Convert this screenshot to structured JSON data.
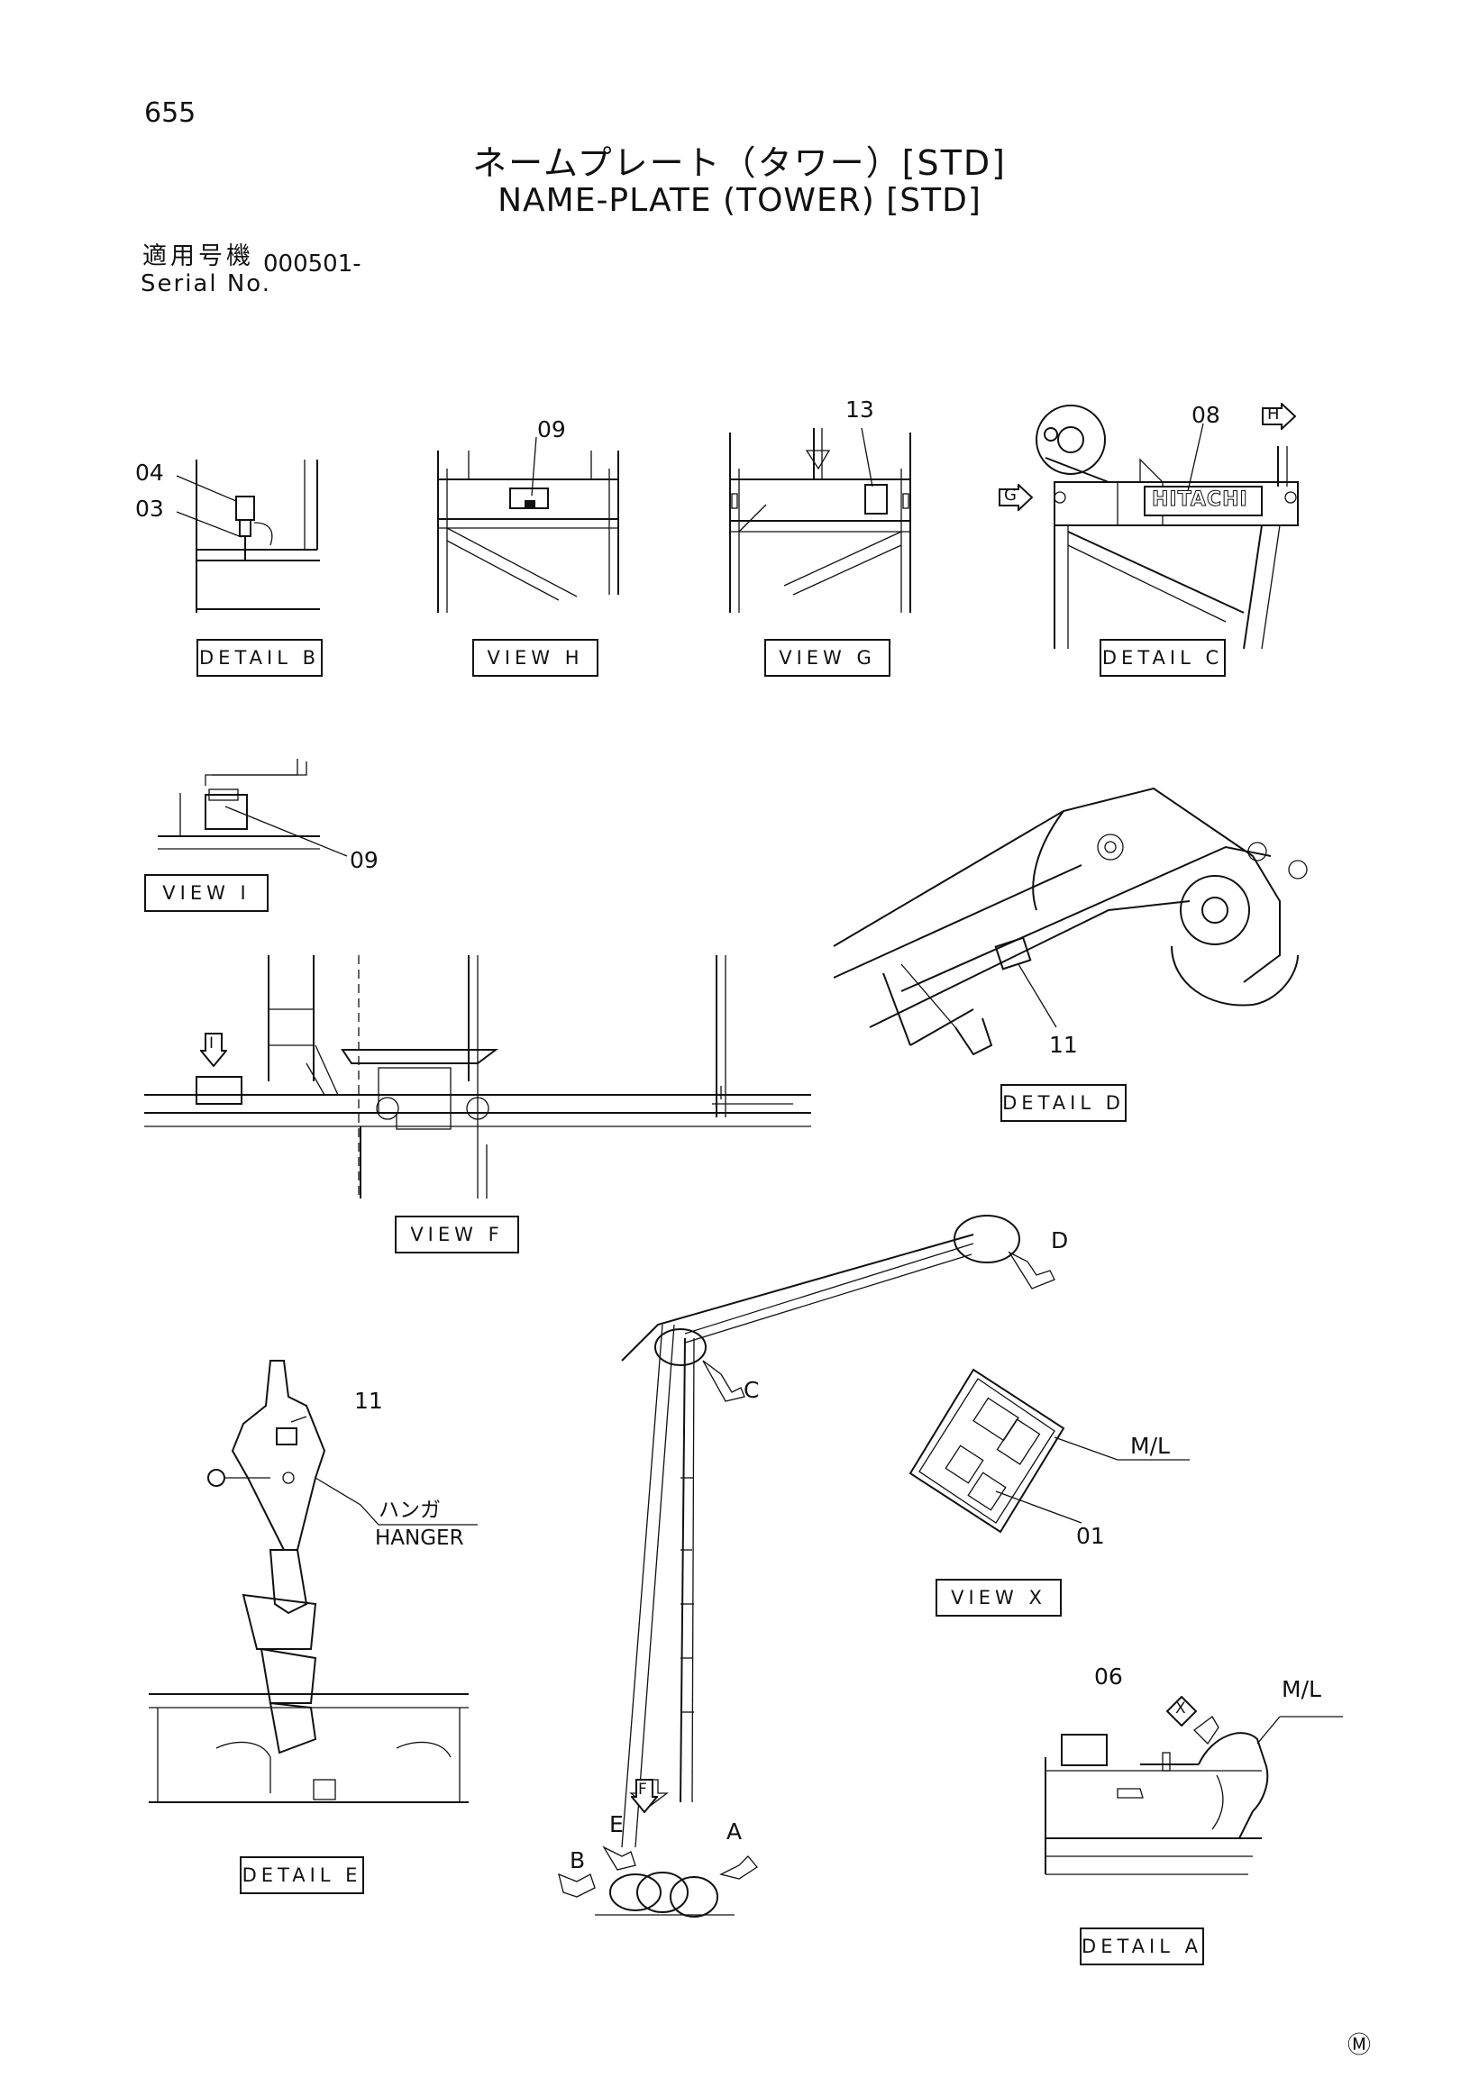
{
  "header": {
    "page_number": "655",
    "title_jp": "ネームプレート（タワー）[STD]",
    "title_en": "NAME-PLATE (TOWER) [STD]",
    "serial_label_jp": "適用号機",
    "serial_label_en": "Serial No.",
    "serial_value": "000501-"
  },
  "views": {
    "detail_b": "DETAIL B",
    "view_h": "VIEW H",
    "view_g": "VIEW G",
    "detail_c": "DETAIL C",
    "view_i": "VIEW I",
    "detail_d": "DETAIL D",
    "view_f": "VIEW F",
    "view_x": "VIEW X",
    "detail_e": "DETAIL E",
    "detail_a": "DETAIL A"
  },
  "part_numbers": {
    "p04": "04",
    "p03": "03",
    "p09_h": "09",
    "p13": "13",
    "p08": "08",
    "p09_i": "09",
    "p11_d": "11",
    "p11_e": "11",
    "pml_x": "M/L",
    "p01": "01",
    "p06": "06",
    "pml_a": "M/L"
  },
  "labels": {
    "hanger_jp": "ハンガ",
    "hanger_en": "HANGER",
    "hitachi_logo": "HITACHI"
  },
  "arrow_markers": {
    "g": "G",
    "h": "H",
    "i": "I",
    "f": "F",
    "x": "X"
  },
  "callout_letters": {
    "a": "A",
    "b": "B",
    "c": "C",
    "d": "D",
    "e": "E"
  },
  "corner_mark": "Ⓜ"
}
